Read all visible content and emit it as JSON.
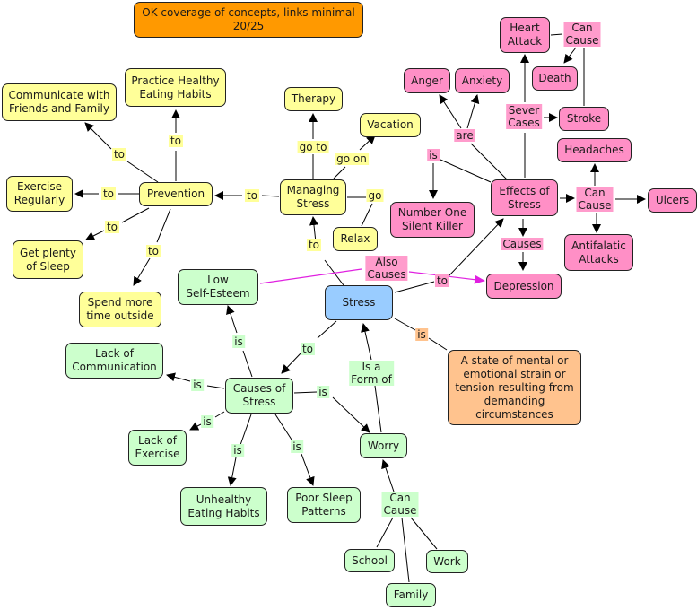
{
  "title_note": {
    "text": "OK coverage of concepts, links minimal\n20/25"
  },
  "colors": {
    "prevention_group": "#ffff99",
    "effects_group": "#ff8fc6",
    "causes_group": "#ccffcc",
    "central": "#99ccff",
    "definition": "#ffc38e",
    "grade_note": "#ff9900",
    "cross_link": "#e020e0"
  },
  "concepts": {
    "stress": "Stress",
    "definition": "A state of mental or\nemotional strain or\ntension resulting from\ndemanding\ncircumstances",
    "managing_stress": "Managing\nStress",
    "prevention": "Prevention",
    "therapy": "Therapy",
    "vacation": "Vacation",
    "relax": "Relax",
    "communicate": "Communicate with\nFriends and Family",
    "healthy_eating_practice": "Practice Healthy\nEating Habits",
    "exercise_regularly": "Exercise\nRegularly",
    "sleep": "Get plenty\nof Sleep",
    "outside": "Spend more\ntime outside",
    "effects": "Effects of\nStress",
    "anger": "Anger",
    "anxiety": "Anxiety",
    "heart_attack": "Heart\nAttack",
    "death": "Death",
    "stroke": "Stroke",
    "headaches": "Headaches",
    "ulcers": "Ulcers",
    "antifalatic": "Antifalatic\nAttacks",
    "silent_killer": "Number One\nSilent Killer",
    "depression": "Depression",
    "causes": "Causes of\nStress",
    "low_self_esteem": "Low\nSelf-Esteem",
    "lack_communication": "Lack of\nCommunication",
    "lack_exercise": "Lack of\nExercise",
    "unhealthy_eating": "Unhealthy\nEating Habits",
    "poor_sleep": "Poor Sleep\nPatterns",
    "worry": "Worry",
    "school": "School",
    "family": "Family",
    "work": "Work"
  },
  "links": {
    "stress_to_managing": "to",
    "managing_to_prevention": "to",
    "managing_go_to_therapy": "go to",
    "managing_go_on_vacation": "go on",
    "managing_go_relax": "go",
    "prevention_to_communicate": "to",
    "prevention_to_eating": "to",
    "prevention_to_exercise": "to",
    "prevention_to_sleep": "to",
    "prevention_to_outside": "to",
    "stress_to_effects": "to",
    "effects_are": "are",
    "effects_is": "is",
    "effects_sever_cases": "Sever\nCases",
    "heart_can_cause": "Can\nCause",
    "effects_can_cause": "Can\nCause",
    "effects_causes": "Causes",
    "also_causes": "Also\nCauses",
    "stress_is": "is",
    "stress_to_causes": "to",
    "causes_is_low_esteem": "is",
    "causes_is_communication": "is",
    "causes_is_exercise": "is",
    "causes_is_eating": "is",
    "causes_is_sleep": "is",
    "causes_is_worry": "is",
    "worry_is_a_form_of": "Is a\nForm of",
    "worry_can_cause": "Can\nCause"
  }
}
